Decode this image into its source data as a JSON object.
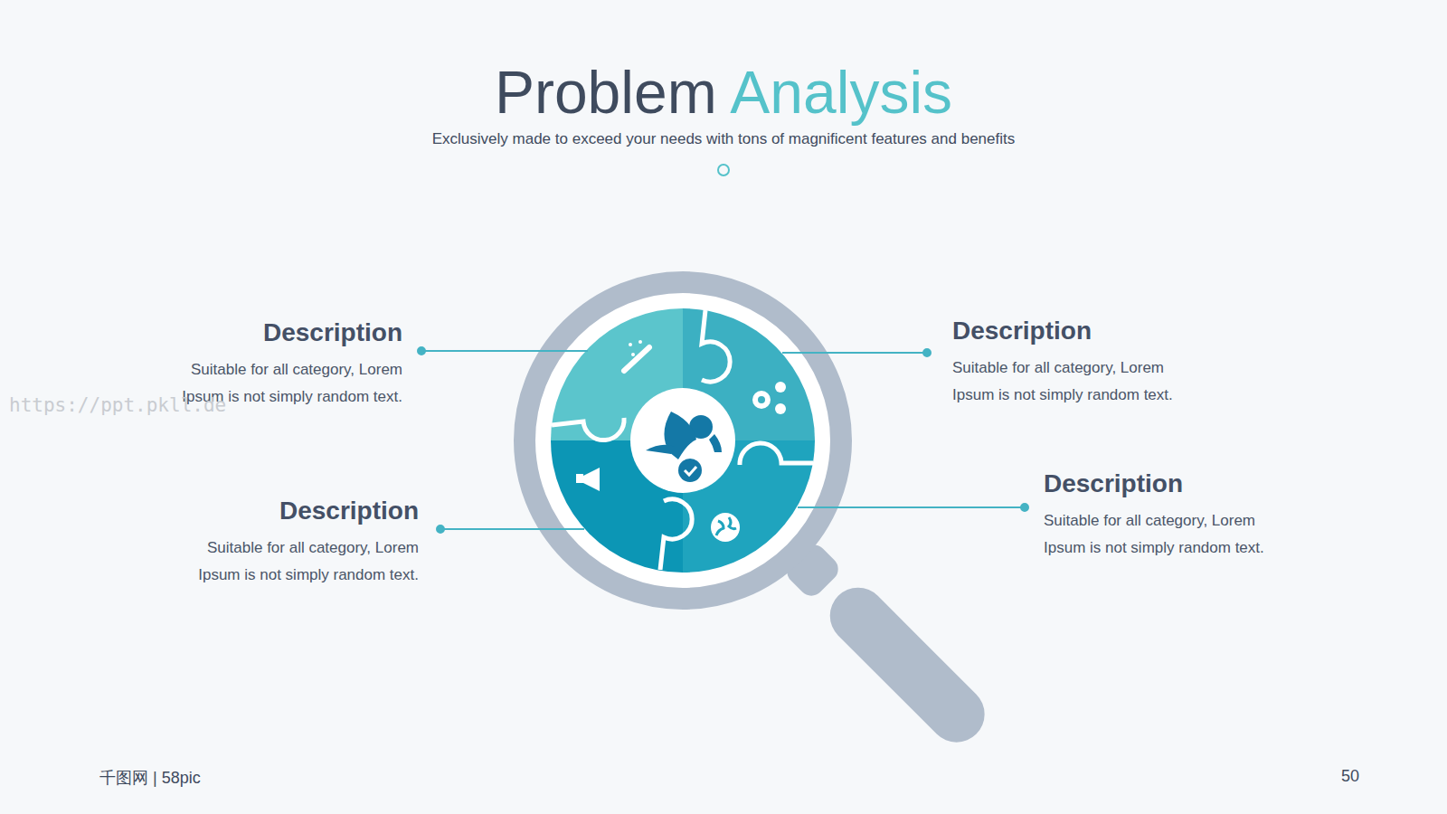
{
  "diagram": {
    "title": "Problem Analysis",
    "caption": "Exclusively made to exceed your needs with tons of magnificent features and benefits",
    "labels": [
      "Description",
      "Suitable for all category, Lorem Ipsum is not simply random text.",
      "Description",
      "Suitable for all category, Lorem Ipsum is not simply random text.",
      "Description",
      "Suitable for all category, Lorem Ipsum is not simply random text.",
      "Description",
      "Suitable for all category, Lorem Ipsum is not simply random text.",
      "https://ppt.pkll.de",
      "千图网 | 58pic",
      "50"
    ]
  }
}
